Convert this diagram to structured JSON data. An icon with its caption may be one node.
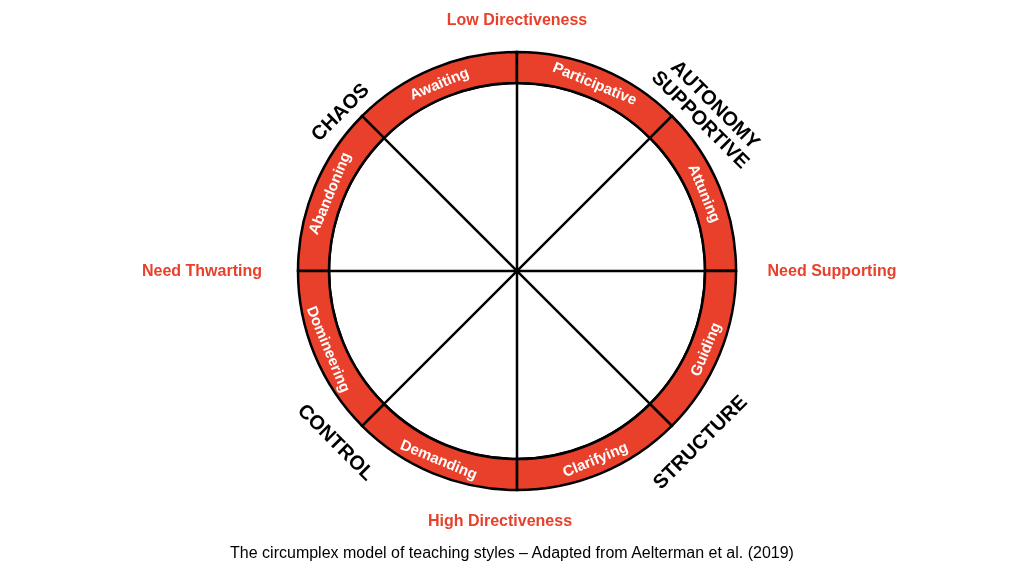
{
  "diagram": {
    "caption": "The circumplex model of teaching styles – Adapted from Aelterman et al. (2019)",
    "nodes": [
      {
        "text": [
          "Awaiting"
        ]
      },
      {
        "text": [
          "Participative"
        ]
      },
      {
        "text": [
          "Attuning"
        ]
      },
      {
        "text": [
          "Guiding"
        ]
      },
      {
        "text": [
          "Clarifying"
        ]
      },
      {
        "text": [
          "Demanding"
        ]
      },
      {
        "text": [
          "Domineering"
        ]
      },
      {
        "text": [
          "Abandoning"
        ]
      }
    ],
    "edges": [],
    "labels": [
      "Low Directiveness",
      "CHAOS",
      "AUTONOMY SUPPORTIVE",
      "Need Thwarting",
      "Need Supporting",
      "CONTROL",
      "STRUCTURE",
      "High Directiveness"
    ]
  }
}
